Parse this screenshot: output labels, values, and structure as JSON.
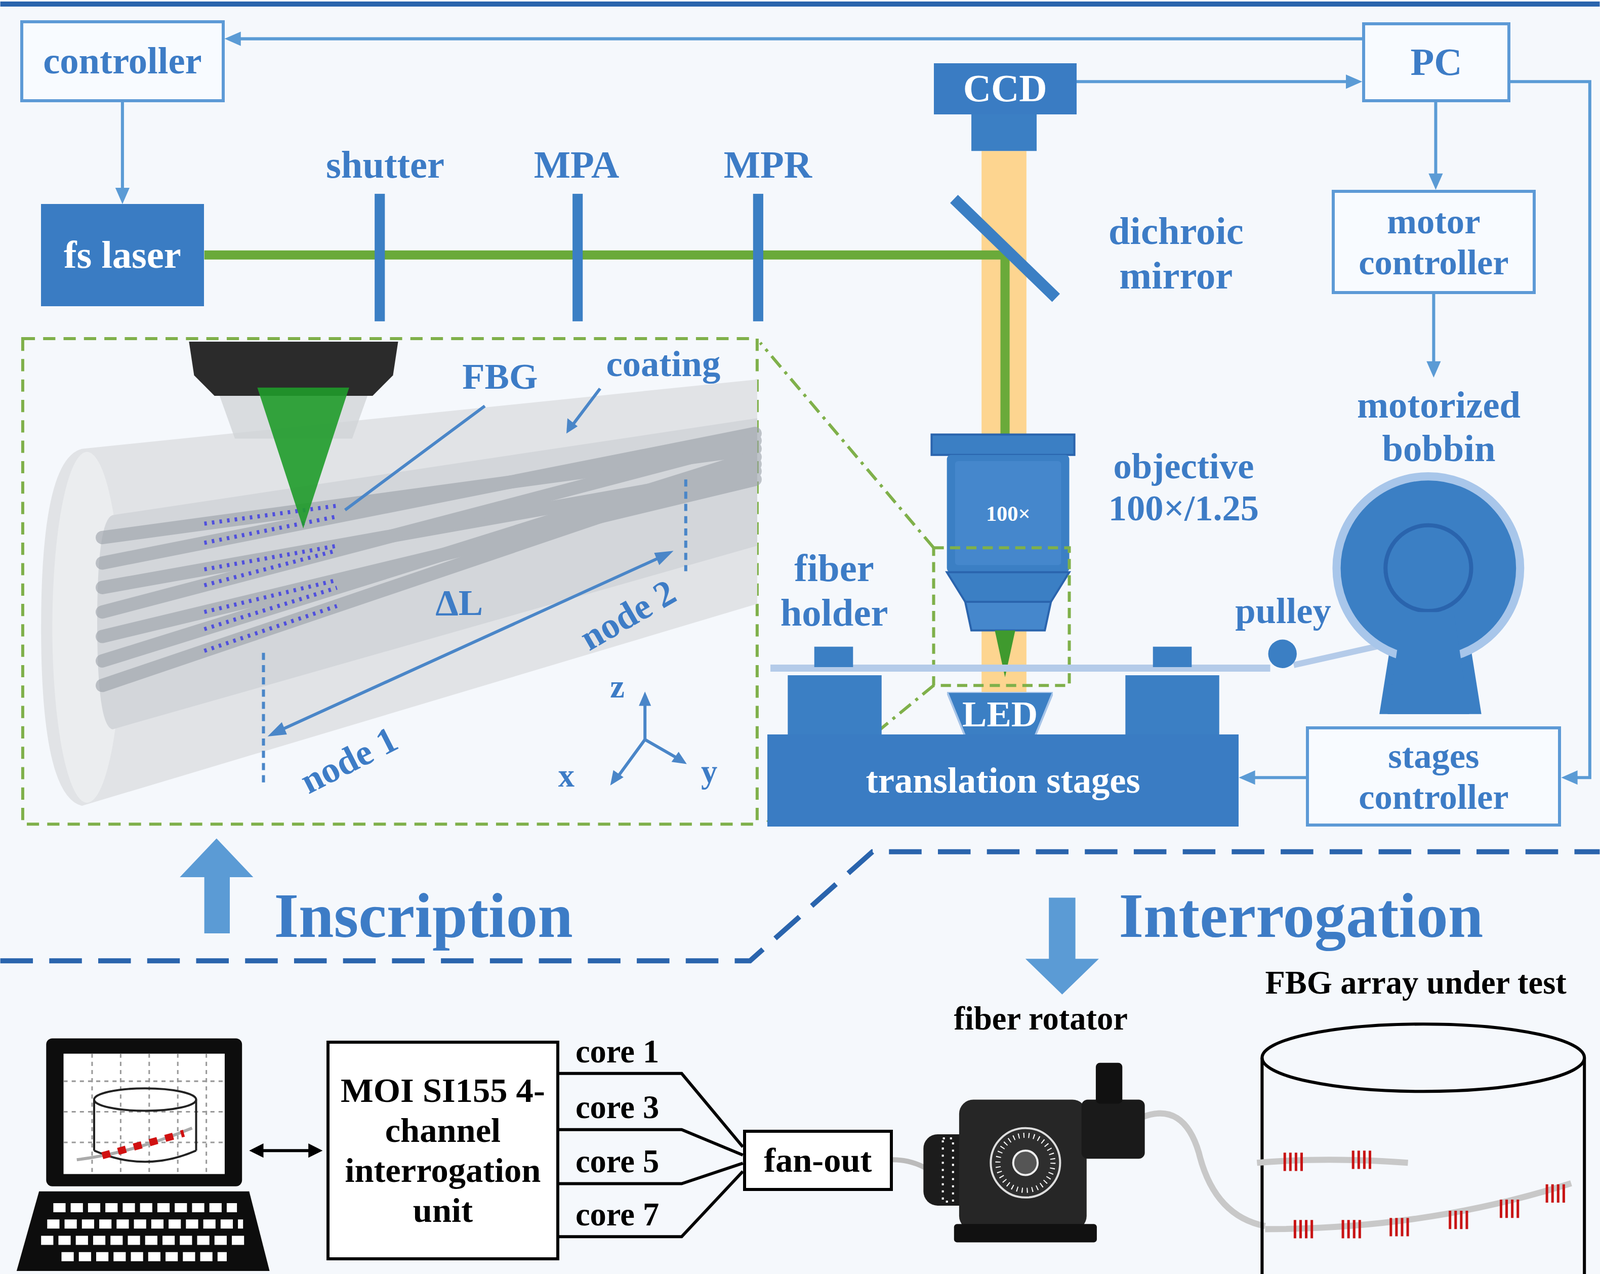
{
  "diagram": {
    "nodes": [
      {
        "text": [
          "controller"
        ]
      },
      {
        "text": [
          "PC"
        ]
      },
      {
        "text": [
          "fs laser"
        ]
      },
      {
        "text": [
          "CCD"
        ]
      },
      {
        "text": [
          "motor controller"
        ]
      },
      {
        "text": [
          "100×",
          "objective 100×/1.25"
        ]
      },
      {
        "text": [
          "motorized bobbin"
        ]
      },
      {
        "text": [
          "LED"
        ]
      },
      {
        "text": [
          "translation stages"
        ]
      },
      {
        "text": [
          "stages controller"
        ]
      },
      {
        "text": [
          "MOI SI155 4-channel interrogation unit"
        ]
      },
      {
        "text": [
          "fan-out"
        ]
      }
    ],
    "edges": [
      {
        "from": 1,
        "to": 0,
        "arrow": "to"
      },
      {
        "from": 0,
        "to": 2,
        "arrow": "to"
      },
      {
        "from": 3,
        "to": 1,
        "arrow": "to"
      },
      {
        "from": 1,
        "to": 4,
        "arrow": "to"
      },
      {
        "from": 1,
        "to": 9,
        "arrow": "to"
      },
      {
        "from": 4,
        "to": 6,
        "arrow": "to"
      },
      {
        "from": 9,
        "to": 8,
        "arrow": "to"
      },
      {
        "from": 10,
        "to": 11,
        "arrow": "none",
        "label": "core 1"
      },
      {
        "from": 10,
        "to": 11,
        "arrow": "none",
        "label": "core 3"
      },
      {
        "from": 10,
        "to": 11,
        "arrow": "none",
        "label": "core 5"
      },
      {
        "from": 10,
        "to": 11,
        "arrow": "none",
        "label": "core 7"
      }
    ],
    "labels": [
      "shutter",
      "MPA",
      "MPR",
      "dichroic mirror",
      "FBG",
      "coating",
      "fiber holder",
      "pulley",
      "ΔL",
      "node 2",
      "z",
      "node 1",
      "x",
      "y",
      "Inscription",
      "Interrogation",
      "fiber rotator",
      "FBG array under test"
    ]
  }
}
